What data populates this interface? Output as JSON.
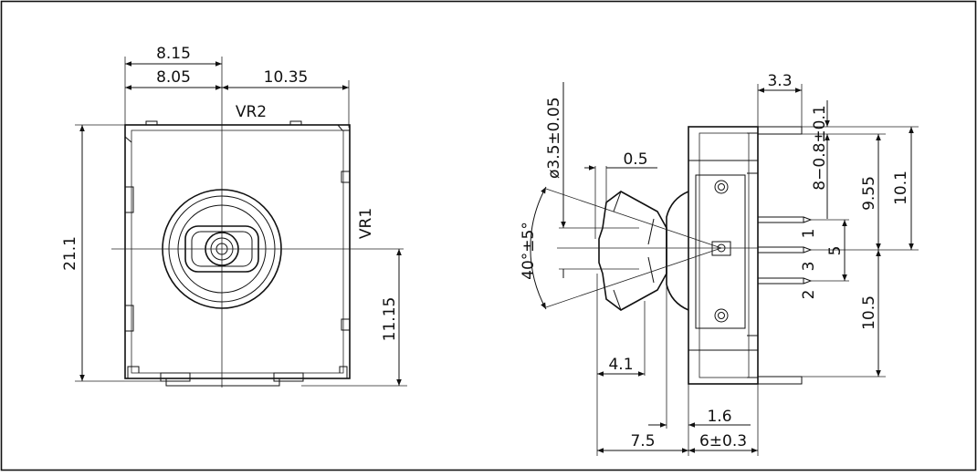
{
  "front_view": {
    "dim_width_top": "8.15",
    "dim_width_left": "8.05",
    "dim_width_right": "10.35",
    "dim_height_total": "21.1",
    "dim_height_lower": "11.15",
    "label_vr2": "VR2",
    "label_vr1": "VR1"
  },
  "side_view": {
    "dim_shaft_diameter": "ø3.5±0.05",
    "dim_flat": "0.5",
    "dim_angle": "40°±5°",
    "dim_shaft_length": "4.1",
    "dim_depth_left": "7.5",
    "dim_depth_right": "6±0.3",
    "dim_offset": "1.6",
    "dim_terminal_spacing": "3.3",
    "dim_terminal_pitch": "8−0.8±0.1",
    "dim_upper_a": "9.55",
    "dim_upper_b": "10.1",
    "dim_lower": "10.5",
    "dim_pin_pitch": "5",
    "pin_1": "1",
    "pin_2": "2",
    "pin_3": "3"
  }
}
